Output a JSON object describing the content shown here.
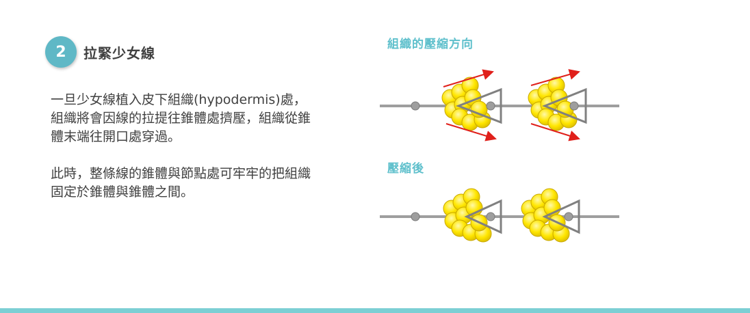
{
  "step": {
    "number": "2",
    "title": "拉緊少女線"
  },
  "body": {
    "paragraph1": "一旦少女線植入皮下組織(hypodermis)處，組織將會因線的拉提往錐體處擠壓，組織從錐體末端往開口處穿過。",
    "paragraph2": "此時，整條線的錐體與節點處可牢牢的把組織固定於錐體與錐體之間。"
  },
  "diagram": {
    "label_top": "組織的壓縮方向",
    "label_bottom": "壓縮後"
  },
  "colors": {
    "accent": "#5fb8c6",
    "label": "#5fc0cc",
    "thread": "#9e9e9e",
    "tissue": "#ffe600",
    "arrow": "#e0201b",
    "footer": "#7ccfd4"
  }
}
